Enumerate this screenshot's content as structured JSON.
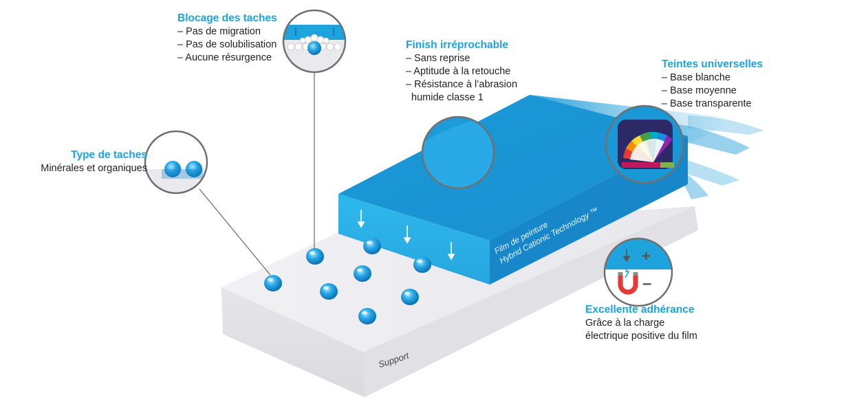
{
  "features": {
    "blocage": {
      "title": "Blocage des taches",
      "items": [
        "– Pas de migration",
        "– Pas de solubilisation",
        "– Aucune résurgence"
      ]
    },
    "finish": {
      "title": "Finish irréprochable",
      "items": [
        "– Sans reprise",
        "– Aptitude à la retouche",
        "– Résistance à l’abrasion",
        "  humide classe 1"
      ]
    },
    "teintes": {
      "title": "Teintes universelles",
      "items": [
        "– Base blanche",
        "– Base moyenne",
        "– Base transparente"
      ]
    },
    "type": {
      "title": "Type de taches",
      "items": [
        "Minérales et organiques"
      ]
    },
    "adherance": {
      "title": "Excellente adhérance",
      "items": [
        "Grâce à la charge",
        "électrique positive du film"
      ]
    }
  },
  "film_label": {
    "line1": "Film de peinture",
    "line2": "Hybrid Cationic Technology ™"
  },
  "support_label": "Support",
  "adherance_icon": {
    "plus": "+",
    "minus": "–"
  },
  "colors": {
    "accent": "#1ea3dc",
    "film_top": "#1a9ad8",
    "film_front": "#2fb6ea",
    "support_top": "#eeeef2",
    "support_front": "#e3e3e8"
  }
}
